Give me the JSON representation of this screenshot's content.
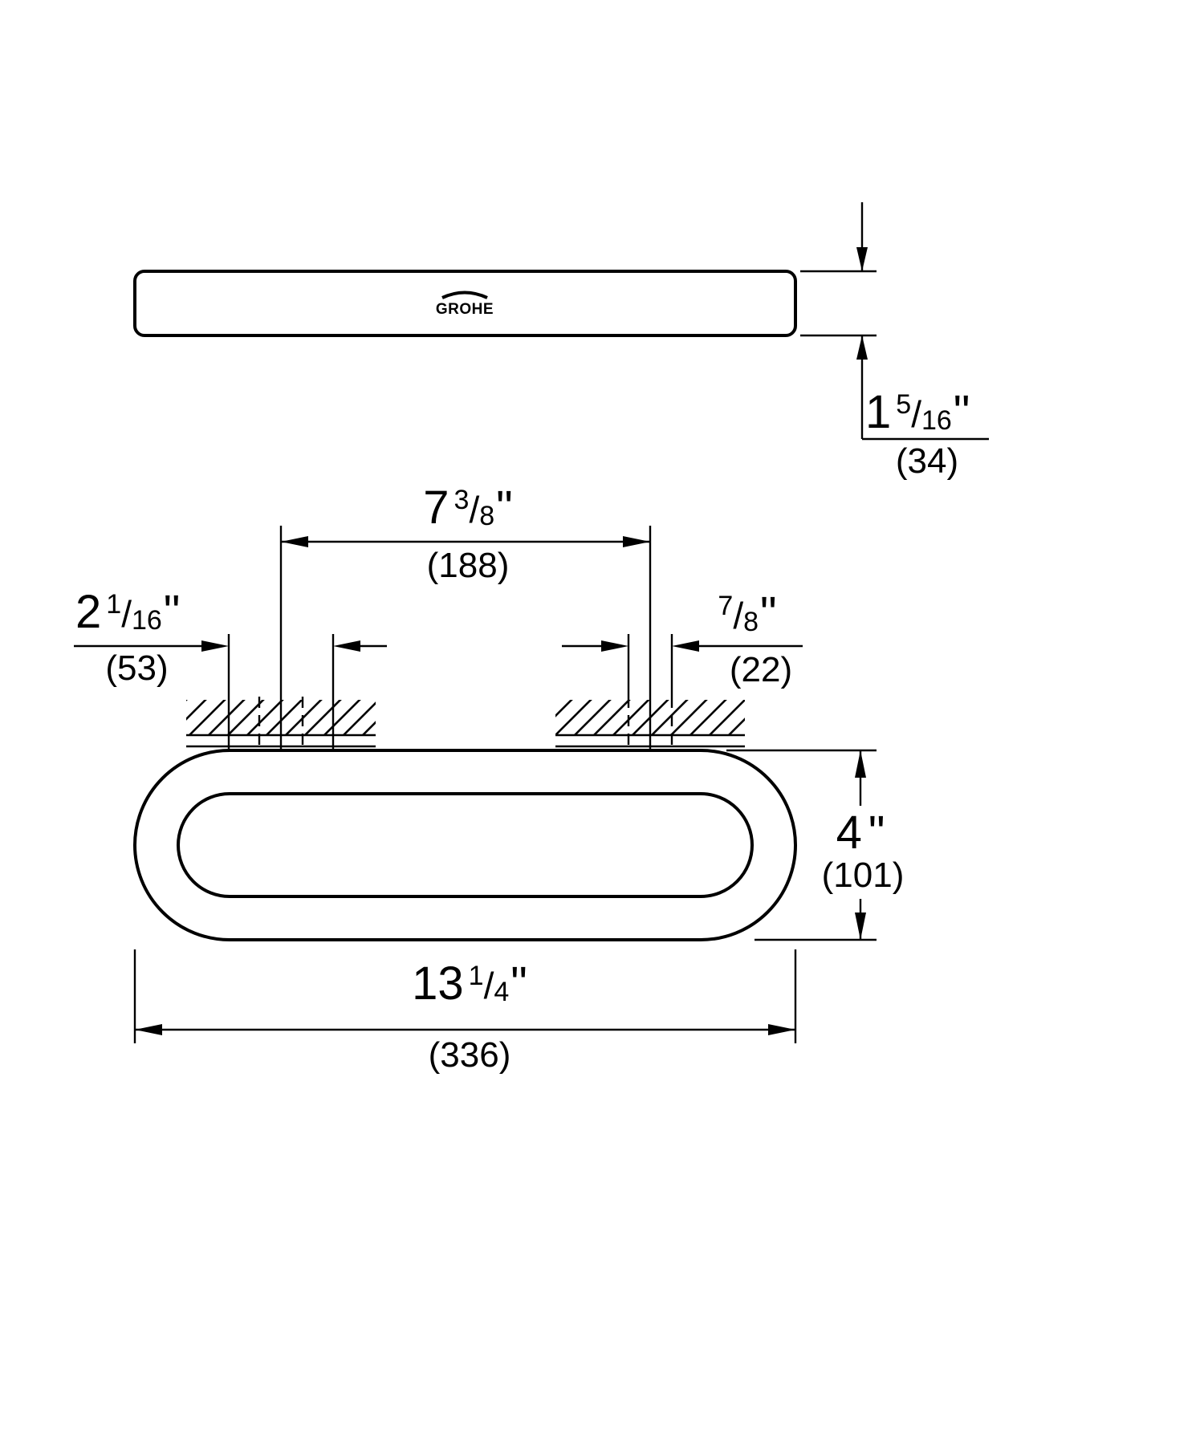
{
  "logo": {
    "text": "GROHE"
  },
  "colors": {
    "line": "#000000",
    "background": "#ffffff"
  },
  "dimensions": {
    "thickness": {
      "whole": "1",
      "num": "5",
      "slash": "/",
      "den": "16",
      "unit": "\"",
      "mm": "(34)"
    },
    "fixing_centers": {
      "whole": "7",
      "num": "3",
      "slash": "/",
      "den": "8",
      "unit": "\"",
      "mm": "(188)"
    },
    "escutcheon": {
      "whole": "2",
      "num": "1",
      "slash": "/",
      "den": "16",
      "unit": "\"",
      "mm": "(53)"
    },
    "bar_width": {
      "whole": "",
      "num": "7",
      "slash": "/",
      "den": "8",
      "unit": "\"",
      "mm": "(22)"
    },
    "height": {
      "whole": "4",
      "num": "",
      "slash": "",
      "den": "",
      "unit": "\"",
      "mm": "(101)"
    },
    "overall_length": {
      "whole": "13",
      "num": "1",
      "slash": "/",
      "den": "4",
      "unit": "\"",
      "mm": "(336)"
    }
  }
}
